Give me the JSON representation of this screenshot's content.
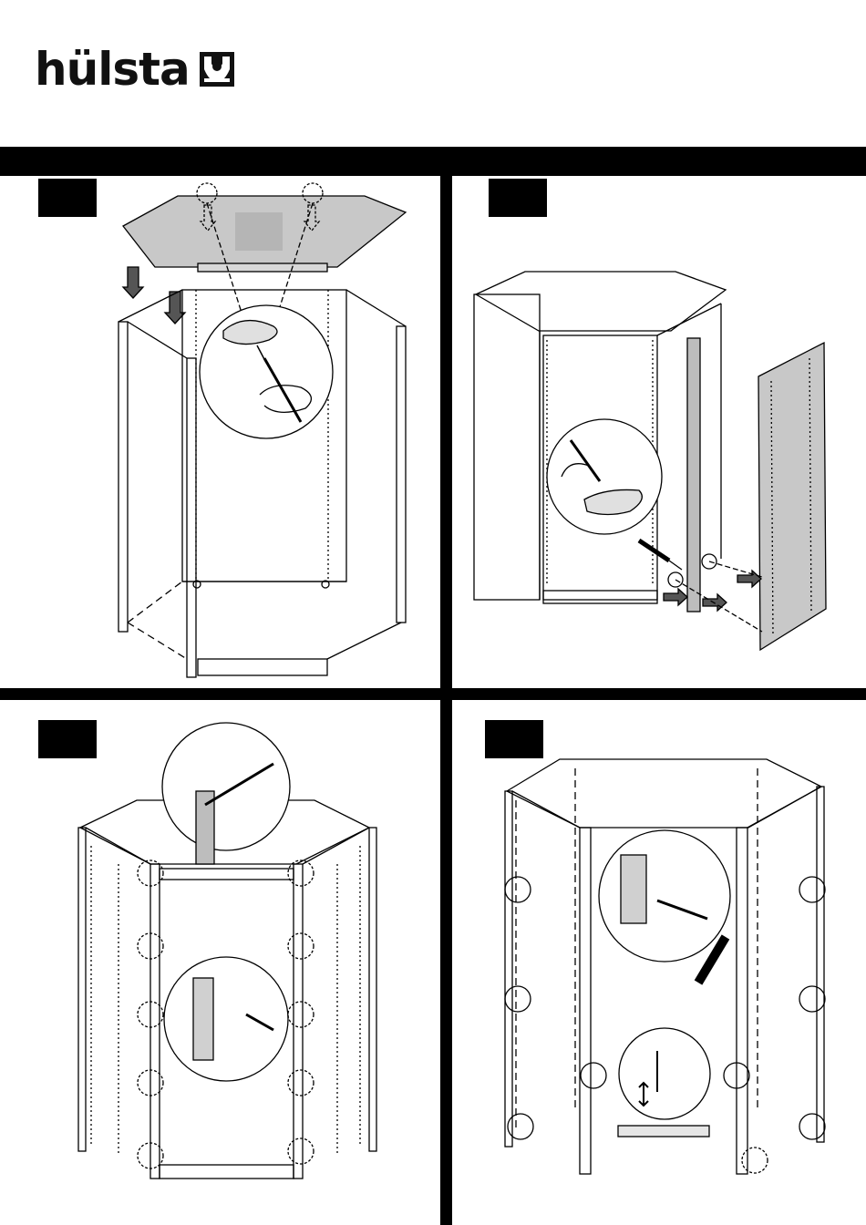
{
  "brand": {
    "name": "hülsta",
    "logo_mark": "hulsta-emblem"
  },
  "steps": [
    {
      "id": 1,
      "label": ""
    },
    {
      "id": 2,
      "label": ""
    },
    {
      "id": 3,
      "label": ""
    },
    {
      "id": 4,
      "label": ""
    }
  ],
  "icons": [
    "arrow-down-icon",
    "arrow-right-icon",
    "screwdriver-icon",
    "level-icon",
    "screw-icon"
  ],
  "colors": {
    "ink": "#000000",
    "panel_grey": "#c8c8c8",
    "shade": "#bdbdbd"
  }
}
